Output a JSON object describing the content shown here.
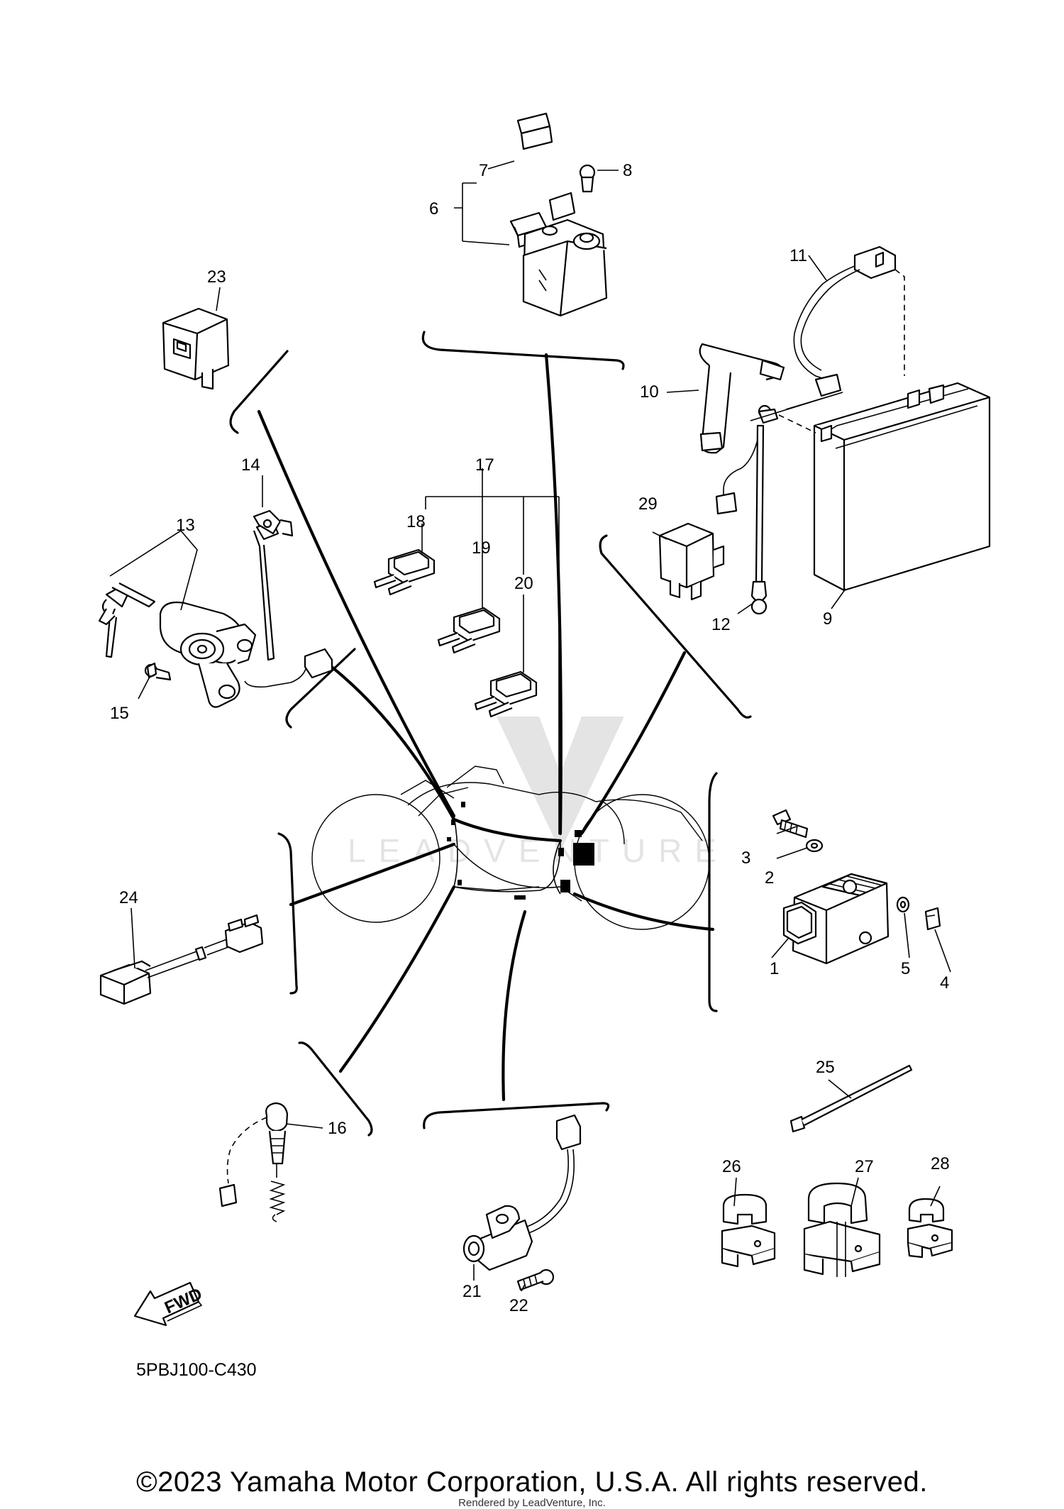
{
  "diagram": {
    "part_numbers": [
      "1",
      "2",
      "3",
      "4",
      "5",
      "6",
      "7",
      "8",
      "9",
      "10",
      "11",
      "12",
      "13",
      "14",
      "15",
      "16",
      "17",
      "18",
      "19",
      "20",
      "21",
      "22",
      "23",
      "24",
      "25",
      "26",
      "27",
      "28",
      "29"
    ],
    "fwd_label": "FWD",
    "watermark": "LEADVENTURE",
    "drawing_code": "5PBJ100-C430"
  },
  "footer": {
    "copyright": "©2023 Yamaha Motor Corporation, U.S.A. All rights reserved.",
    "rendered_by": "Rendered by LeadVenture, Inc."
  }
}
